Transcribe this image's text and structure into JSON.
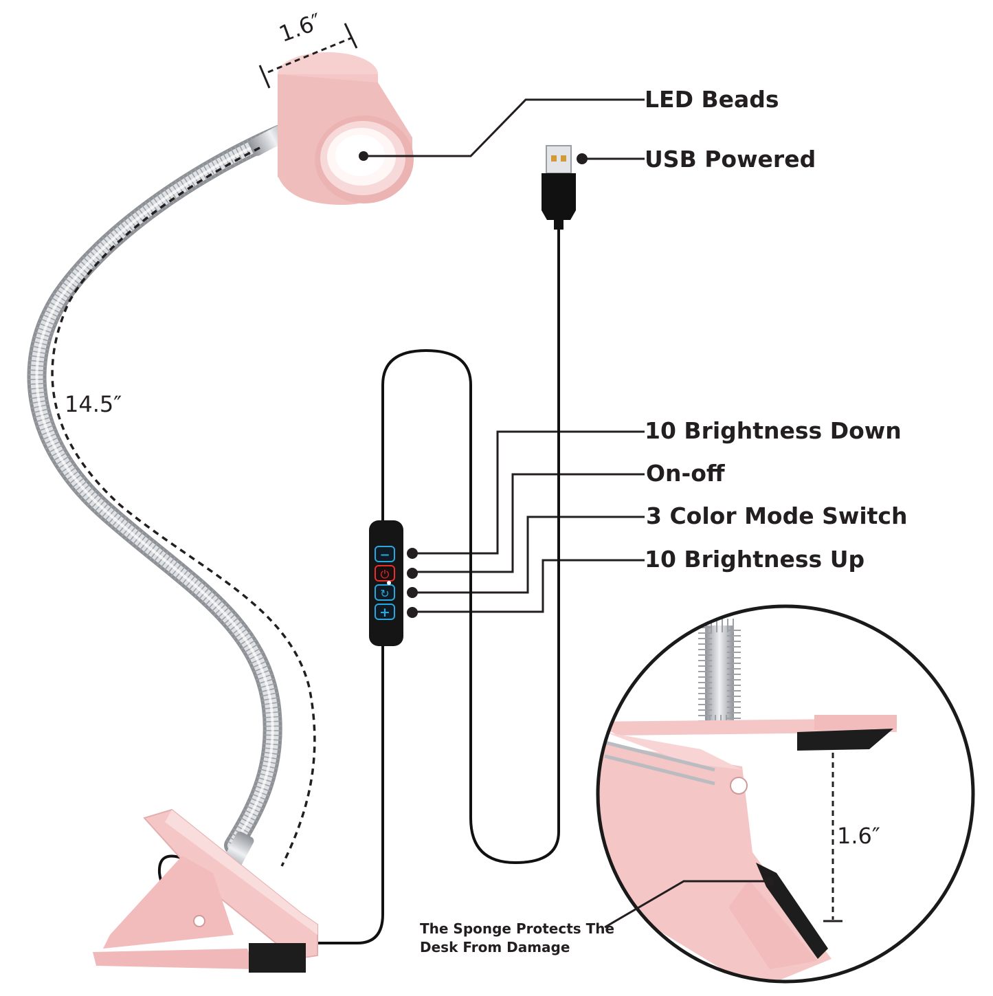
{
  "callouts": {
    "led_beads": "LED Beads",
    "usb_powered": "USB Powered",
    "brightness_down": "10 Brightness Down",
    "on_off": "On-off",
    "color_mode": "3 Color Mode Switch",
    "brightness_up": "10 Brightness Up"
  },
  "dimensions": {
    "head_diameter": "1.6″",
    "neck_length": "14.5″",
    "clip_opening": "1.6″"
  },
  "note": {
    "line1": "The Sponge Protects The",
    "line2": "Desk From Damage"
  },
  "colors": {
    "pink": "#f5c6c6",
    "pink_dark": "#e8a9a9",
    "ink": "#231f20",
    "metal": "#b9bcc0",
    "button_blue": "#2aa7e0",
    "button_red": "#e8312c"
  },
  "icons": {
    "minus": "−",
    "plus": "+",
    "power": "⏻",
    "cycle": "↻"
  }
}
